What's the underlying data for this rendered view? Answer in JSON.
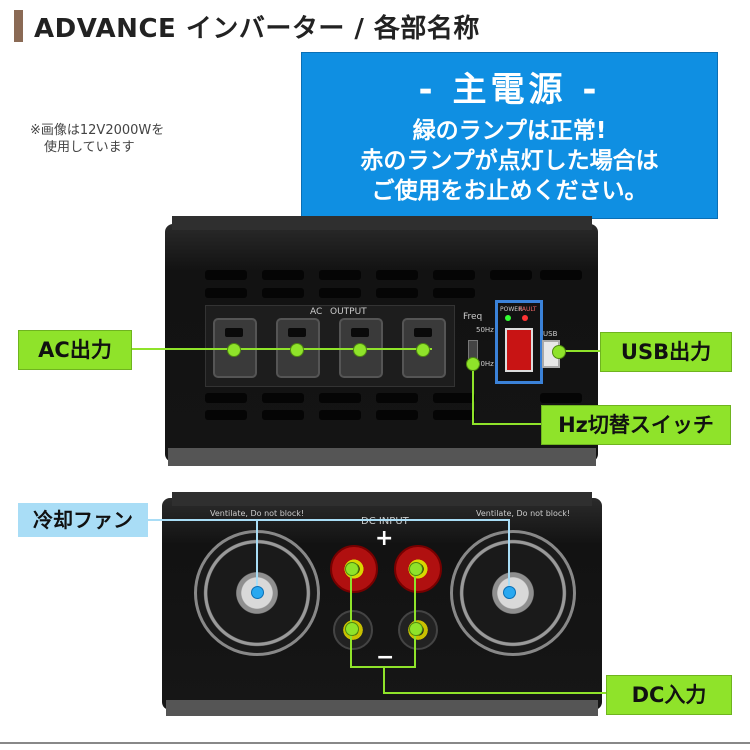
{
  "header": {
    "title": "ADVANCE インバーター / 各部名称"
  },
  "note": {
    "line1": "※画像は12V2000Wを",
    "line2": "使用しています"
  },
  "callout": {
    "title": "- 主電源 -",
    "line1": "緑のランプは正常!",
    "line2": "赤のランプが点灯した場合は",
    "line3": "ご使用をお止めください。"
  },
  "device_top": {
    "panel_label_ac": "AC",
    "panel_label_output": "OUTPUT",
    "freq": "Freq",
    "hz50": "50Hz",
    "hz60": "60Hz",
    "power": "POWER",
    "fault": "FAULT",
    "usb": "USB"
  },
  "device_bottom": {
    "dc_input": "DC INPUT",
    "plus": "+",
    "minus": "−",
    "vent_left": "Ventilate, Do not block!",
    "vent_right": "Ventilate, Do not block!"
  },
  "labels": {
    "ac_output": "AC出力",
    "usb_output": "USB出力",
    "hz_switch": "Hz切替スイッチ",
    "cooling_fan": "冷却ファン",
    "dc_input": "DC入力"
  }
}
